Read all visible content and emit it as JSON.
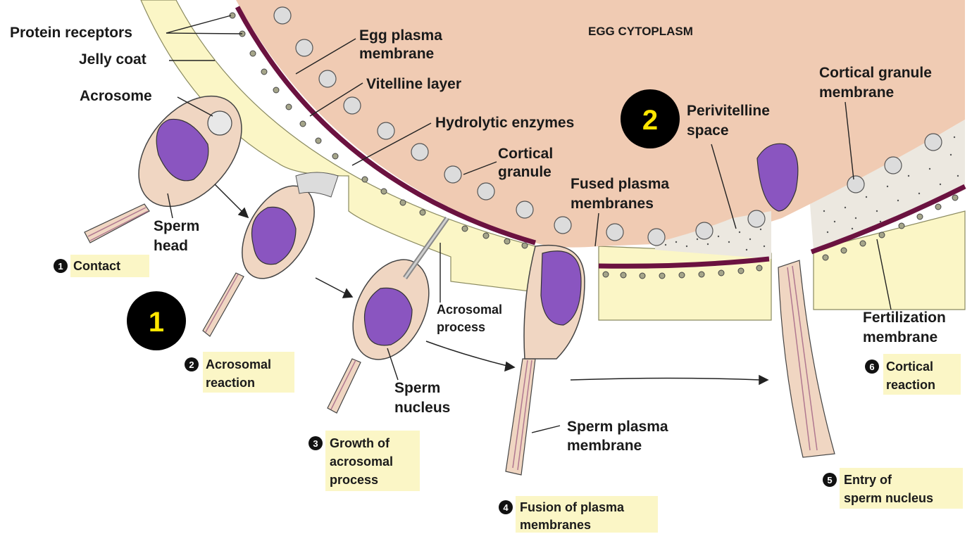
{
  "labels": {
    "protein_receptors": "Protein receptors",
    "jelly_coat": "Jelly coat",
    "egg_plasma_membrane": [
      "Egg plasma",
      "membrane"
    ],
    "egg_cytoplasm": "EGG CYTOPLASM",
    "vitelline_layer": "Vitelline layer",
    "acrosome": "Acrosome",
    "hydrolytic_enzymes": "Hydrolytic enzymes",
    "cortical_granule": [
      "Cortical",
      "granule"
    ],
    "perivitelline_space": [
      "Perivitelline",
      "space"
    ],
    "cortical_granule_membrane": [
      "Cortical granule",
      "membrane"
    ],
    "fused_plasma_membranes": [
      "Fused plasma",
      "membranes"
    ],
    "sperm_head": [
      "Sperm",
      "head"
    ],
    "acrosomal_process": [
      "Acrosomal",
      "process"
    ],
    "sperm_nucleus": [
      "Sperm",
      "nucleus"
    ],
    "sperm_plasma_membrane": [
      "Sperm plasma",
      "membrane"
    ],
    "fertilization_membrane": [
      "Fertilization",
      "membrane"
    ]
  },
  "steps": [
    {
      "num": "1",
      "lines": [
        "Contact"
      ]
    },
    {
      "num": "2",
      "lines": [
        "Acrosomal",
        "reaction"
      ]
    },
    {
      "num": "3",
      "lines": [
        "Growth of",
        "acrosomal",
        "process"
      ]
    },
    {
      "num": "4",
      "lines": [
        "Fusion of plasma",
        "membranes"
      ]
    },
    {
      "num": "5",
      "lines": [
        "Entry of",
        "sperm nucleus"
      ]
    },
    {
      "num": "6",
      "lines": [
        "Cortical",
        "reaction"
      ]
    }
  ],
  "markers": [
    "1",
    "2"
  ],
  "colors": {
    "cytoplasm": "#f0cbb3",
    "jelly": "#fbf6c6",
    "membrane": "#6b1240",
    "nucleus": "#8a55c0",
    "sperm_body": "#f0d6c2",
    "step_box": "#fbf6c6",
    "marker_bg": "#000000",
    "marker_fg": "#ffe600"
  }
}
